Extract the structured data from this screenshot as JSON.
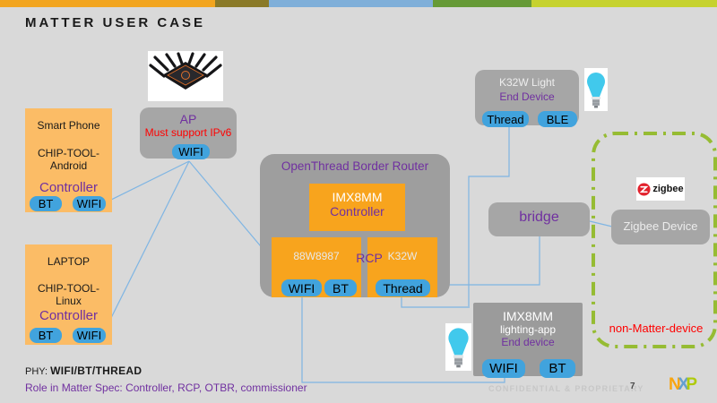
{
  "slide": {
    "title": "MATTER USER CASE",
    "footer": {
      "confidential": "CONFIDENTIAL & PROPRIETARY",
      "page_number": "7"
    },
    "phy": {
      "label": "PHY:",
      "value": "WIFI/BT/THREAD"
    },
    "role": {
      "label": "Role in Matter Spec:",
      "value": "Controller, RCP, OTBR, commissioner"
    }
  },
  "topbar": {
    "segments": [
      "#F2A51F",
      "#8A7A28",
      "#7FAFD9",
      "#669A37",
      "#C6D22F"
    ]
  },
  "colors": {
    "background": "#D9D9D9",
    "box_gray": "#A6A6A6",
    "box_orange": "#F8A41D",
    "box_light_orange": "#FBBC66",
    "chip_blue": "#41A3DD",
    "purple": "#7030A0",
    "red": "#FF0000",
    "connector_blue": "#7FB5E3",
    "dashed_green": "#96BC33"
  },
  "nodes": {
    "smart_phone": {
      "title": "Smart Phone",
      "tool_line1": "CHIP-TOOL-",
      "tool_line2": "Android",
      "role": "Controller",
      "chips": [
        "BT",
        "WIFI"
      ]
    },
    "laptop": {
      "title": "LAPTOP",
      "tool_line1": "CHIP-TOOL-",
      "tool_line2": "Linux",
      "role": "Controller",
      "chips": [
        "BT",
        "WIFI"
      ]
    },
    "ap": {
      "title": "AP",
      "note": "Must support IPv6",
      "chips": [
        "WIFI"
      ]
    },
    "otbr": {
      "title": "OpenThread Border Router",
      "soc_line1": "IMX8MM",
      "soc_line2": "Controller",
      "radio_left": "88W8987",
      "radio_right": "K32W",
      "rcp": "RCP",
      "chips_left": [
        "WIFI",
        "BT"
      ],
      "chips_right": [
        "Thread"
      ]
    },
    "k32w_light": {
      "title": "K32W  Light",
      "subtitle": "End Device",
      "chips": [
        "Thread",
        "BLE"
      ]
    },
    "bridge": {
      "title": "bridge"
    },
    "zigbee": {
      "logo": "zigbee",
      "device": "Zigbee Device"
    },
    "lighting": {
      "title": "IMX8MM",
      "subtitle": "lighting-app",
      "role": "End device",
      "chips": [
        "WIFI",
        "BT"
      ]
    },
    "non_matter_label": "non-Matter-device"
  },
  "logo": {
    "n": "N",
    "x": "X",
    "p": "P"
  }
}
